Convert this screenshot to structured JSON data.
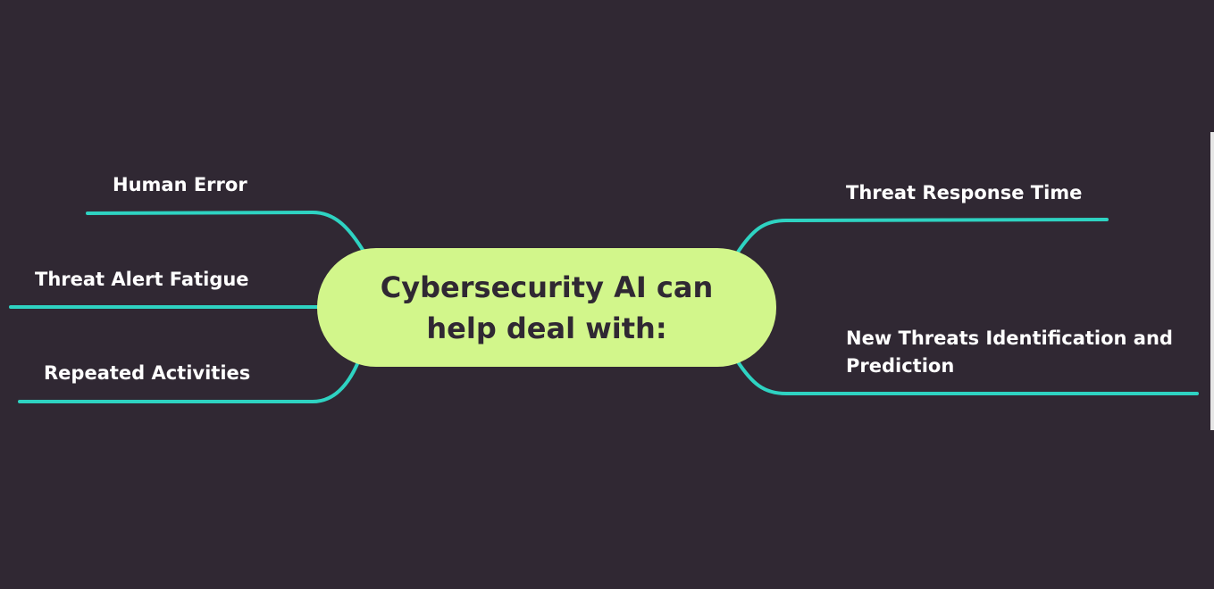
{
  "central_topic": {
    "text": "Cybersecurity AI can help deal with:",
    "fill_color": "#d2f68b",
    "text_color": "#302833"
  },
  "branch_color": "#2ed3c2",
  "background_color": "#302833",
  "branches": [
    {
      "id": "human-error",
      "side": "left",
      "label": "Human Error"
    },
    {
      "id": "threat-alert-fatigue",
      "side": "left",
      "label": "Threat Alert Fatigue"
    },
    {
      "id": "repeated-activities",
      "side": "left",
      "label": "Repeated Activities"
    },
    {
      "id": "threat-response-time",
      "side": "right",
      "label": "Threat Response Time"
    },
    {
      "id": "new-threats",
      "side": "right",
      "label": "New Threats Identification and Prediction"
    }
  ]
}
